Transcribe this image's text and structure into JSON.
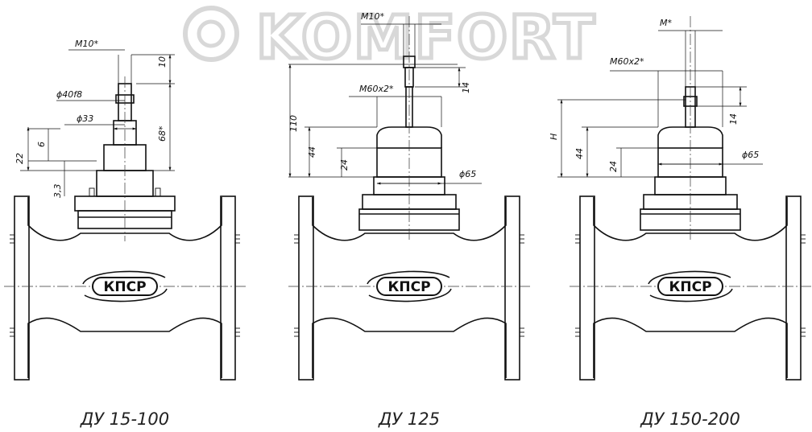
{
  "watermark": {
    "text": "KOMFORT",
    "color": "#d8d8d8"
  },
  "logo_text": "КПСР",
  "views": [
    {
      "caption": "ДУ 15-100",
      "dims": {
        "m": "M10*",
        "d40": "ϕ40f8",
        "d33": "ϕ33",
        "h10": "10",
        "h68": "68*",
        "h6": "6",
        "h22": "22",
        "h33": "3,3"
      }
    },
    {
      "caption": "ДУ 125",
      "dims": {
        "m": "M10*",
        "thread": "M60x2*",
        "h14": "14",
        "h110": "110",
        "h44": "44",
        "h24": "24",
        "d65": "ϕ65"
      }
    },
    {
      "caption": "ДУ 150-200",
      "dims": {
        "m": "M*",
        "thread": "M60x2*",
        "h14": "14",
        "H": "H",
        "h44": "44",
        "h24": "24",
        "d65": "ϕ65"
      }
    }
  ]
}
